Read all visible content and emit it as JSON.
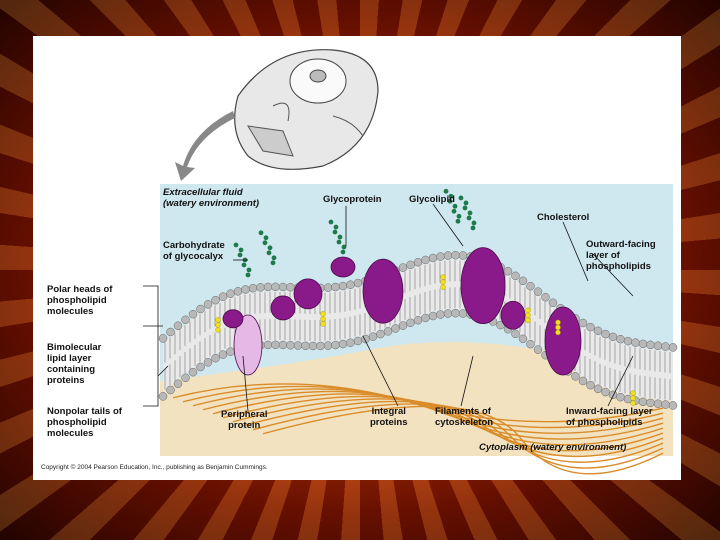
{
  "labels": {
    "extracellular": "Extracellular fluid\n(watery environment)",
    "glycoprotein": "Glycoprotein",
    "glycolipid": "Glycolipid",
    "cholesterol": "Cholesterol",
    "carbohydrate": "Carbohydrate\nof glycocalyx",
    "outward": "Outward-facing\nlayer of\nphospholipids",
    "polar_heads": "Polar heads of\nphospholipid\nmolecules",
    "bimolecular": "Bimolecular\nlipid layer\ncontaining\nproteins",
    "nonpolar": "Nonpolar tails of\nphospholipid\nmolecules",
    "peripheral": "Peripheral\nprotein",
    "integral": "Integral\nproteins",
    "filaments": "Filaments of\ncytoskeleton",
    "inward": "Inward-facing layer\nof phospholipids",
    "cytoplasm": "Cytoplasm (watery environment)"
  },
  "copyright": "Copyright © 2004 Pearson Education, Inc., publishing as Benjamin Cummings.",
  "colors": {
    "extracellular": "#cfe8f0",
    "cytoplasm": "#f2e2bf",
    "protein": "#8a1a8a",
    "protein_light": "#e6b8e6",
    "head": "#b8b8b8",
    "cholesterol": "#f0e020",
    "glyco": "#1f7a4a",
    "filament": "#d98c2a"
  }
}
